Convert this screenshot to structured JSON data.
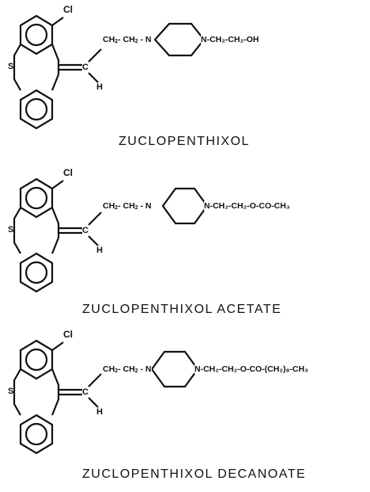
{
  "structures": [
    {
      "atoms": {
        "cl": "Cl",
        "s": "S",
        "h": "H",
        "c": "C"
      },
      "chain_left": [
        "CH",
        "2",
        "-",
        "CH",
        "2",
        "-",
        "N"
      ],
      "chain_right": "N-CH₂-CH₂-OH",
      "name": "ZUCLOPENTHIXOL"
    },
    {
      "atoms": {
        "cl": "Cl",
        "s": "S",
        "h": "H",
        "c": "C"
      },
      "chain_left": [
        "CH",
        "2",
        "-",
        "CH",
        "2",
        "-",
        "N"
      ],
      "chain_right": "N-CH₂-CH₂-O-CO-CH₃",
      "name": "ZUCLOPENTHIXOL ACETATE"
    },
    {
      "atoms": {
        "cl": "Cl",
        "s": "S",
        "h": "H",
        "c": "C"
      },
      "chain_left": [
        "CH",
        "2",
        "-",
        "CH",
        "2",
        "-",
        "N"
      ],
      "chain_right": "N-CH₂-CH₂-O-CO-(CH₂)₈-CH₃",
      "name": "ZUCLOPENTHIXOL DECANOATE"
    }
  ],
  "colors": {
    "ink": "#111111",
    "background": "#ffffff"
  }
}
